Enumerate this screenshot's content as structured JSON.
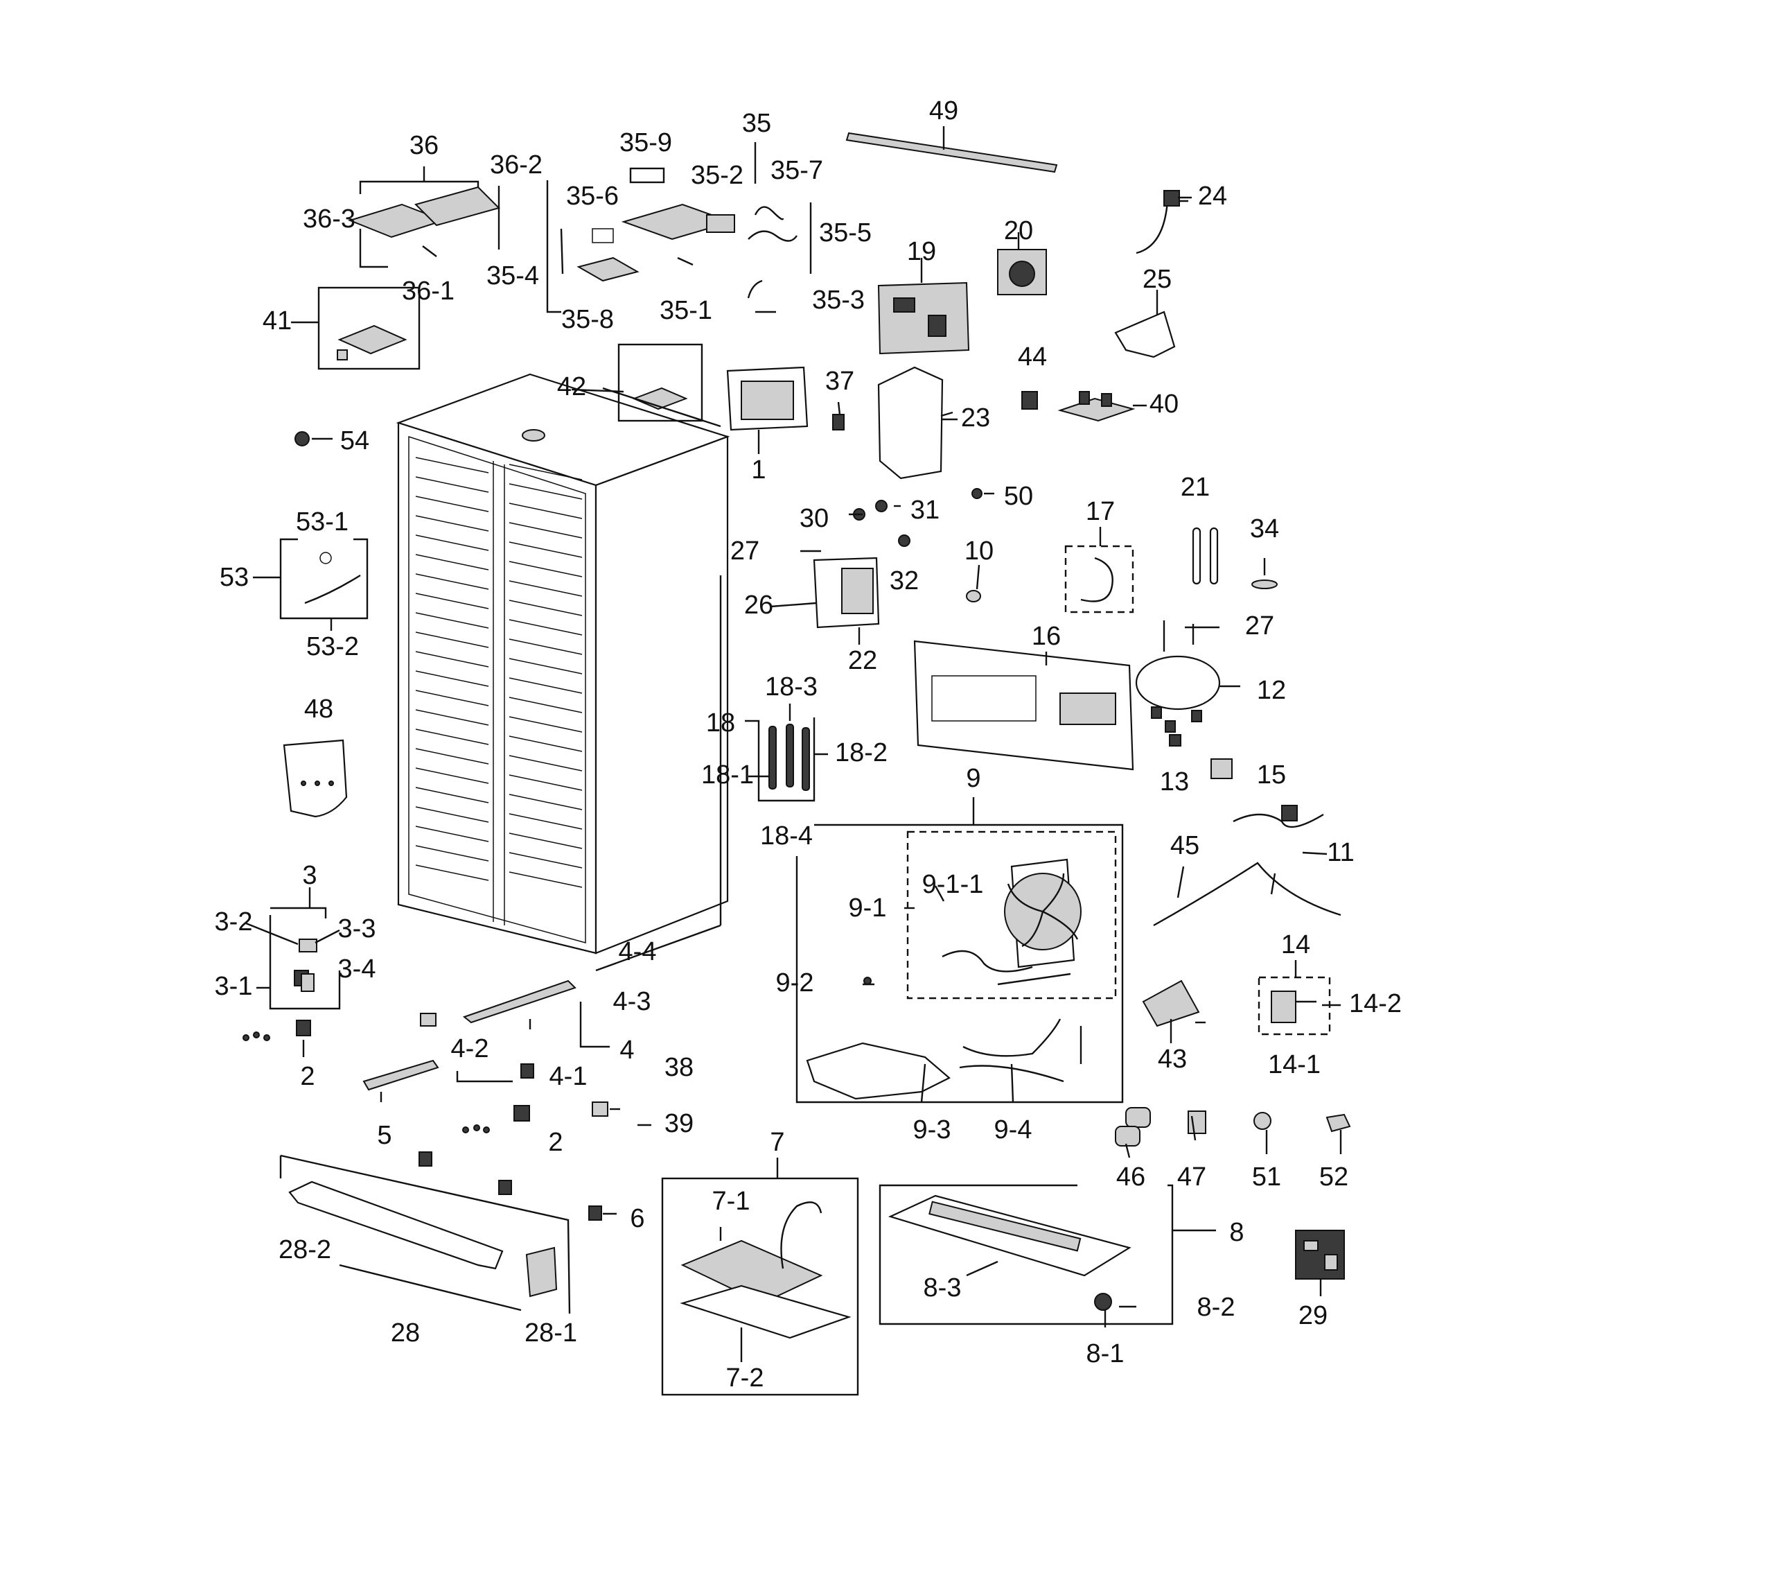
{
  "labels": {
    "l1": "1",
    "l2a": "2",
    "l2b": "2",
    "l3": "3",
    "l3_1": "3-1",
    "l3_2": "3-2",
    "l3_3": "3-3",
    "l3_4": "3-4",
    "l4": "4",
    "l4_1": "4-1",
    "l4_2": "4-2",
    "l4_3": "4-3",
    "l4_4": "4-4",
    "l5": "5",
    "l6": "6",
    "l7": "7",
    "l7_1": "7-1",
    "l7_2": "7-2",
    "l8": "8",
    "l8_1": "8-1",
    "l8_2": "8-2",
    "l8_3": "8-3",
    "l9": "9",
    "l9_1": "9-1",
    "l9_1_1": "9-1-1",
    "l9_2": "9-2",
    "l9_3": "9-3",
    "l9_4": "9-4",
    "l10": "10",
    "l11": "11",
    "l12": "12",
    "l13": "13",
    "l14": "14",
    "l14_1": "14-1",
    "l14_2": "14-2",
    "l15": "15",
    "l16": "16",
    "l17": "17",
    "l18": "18",
    "l18_1": "18-1",
    "l18_2": "18-2",
    "l18_3": "18-3",
    "l18_4": "18-4",
    "l19": "19",
    "l20": "20",
    "l21": "21",
    "l22": "22",
    "l23": "23",
    "l24": "24",
    "l25": "25",
    "l26": "26",
    "l27a": "27",
    "l27b": "27",
    "l28": "28",
    "l28_1": "28-1",
    "l28_2": "28-2",
    "l29": "29",
    "l30": "30",
    "l31": "31",
    "l32": "32",
    "l34": "34",
    "l35": "35",
    "l35_1": "35-1",
    "l35_2": "35-2",
    "l35_3": "35-3",
    "l35_4": "35-4",
    "l35_5": "35-5",
    "l35_6": "35-6",
    "l35_7": "35-7",
    "l35_8": "35-8",
    "l35_9": "35-9",
    "l36": "36",
    "l36_1": "36-1",
    "l36_2": "36-2",
    "l36_3": "36-3",
    "l37": "37",
    "l38": "38",
    "l39": "39",
    "l40": "40",
    "l41": "41",
    "l42": "42",
    "l43": "43",
    "l44": "44",
    "l45": "45",
    "l46": "46",
    "l47": "47",
    "l48": "48",
    "l49": "49",
    "l50": "50",
    "l51": "51",
    "l52": "52",
    "l53": "53",
    "l53_1": "53-1",
    "l53_2": "53-2",
    "l54": "54"
  }
}
